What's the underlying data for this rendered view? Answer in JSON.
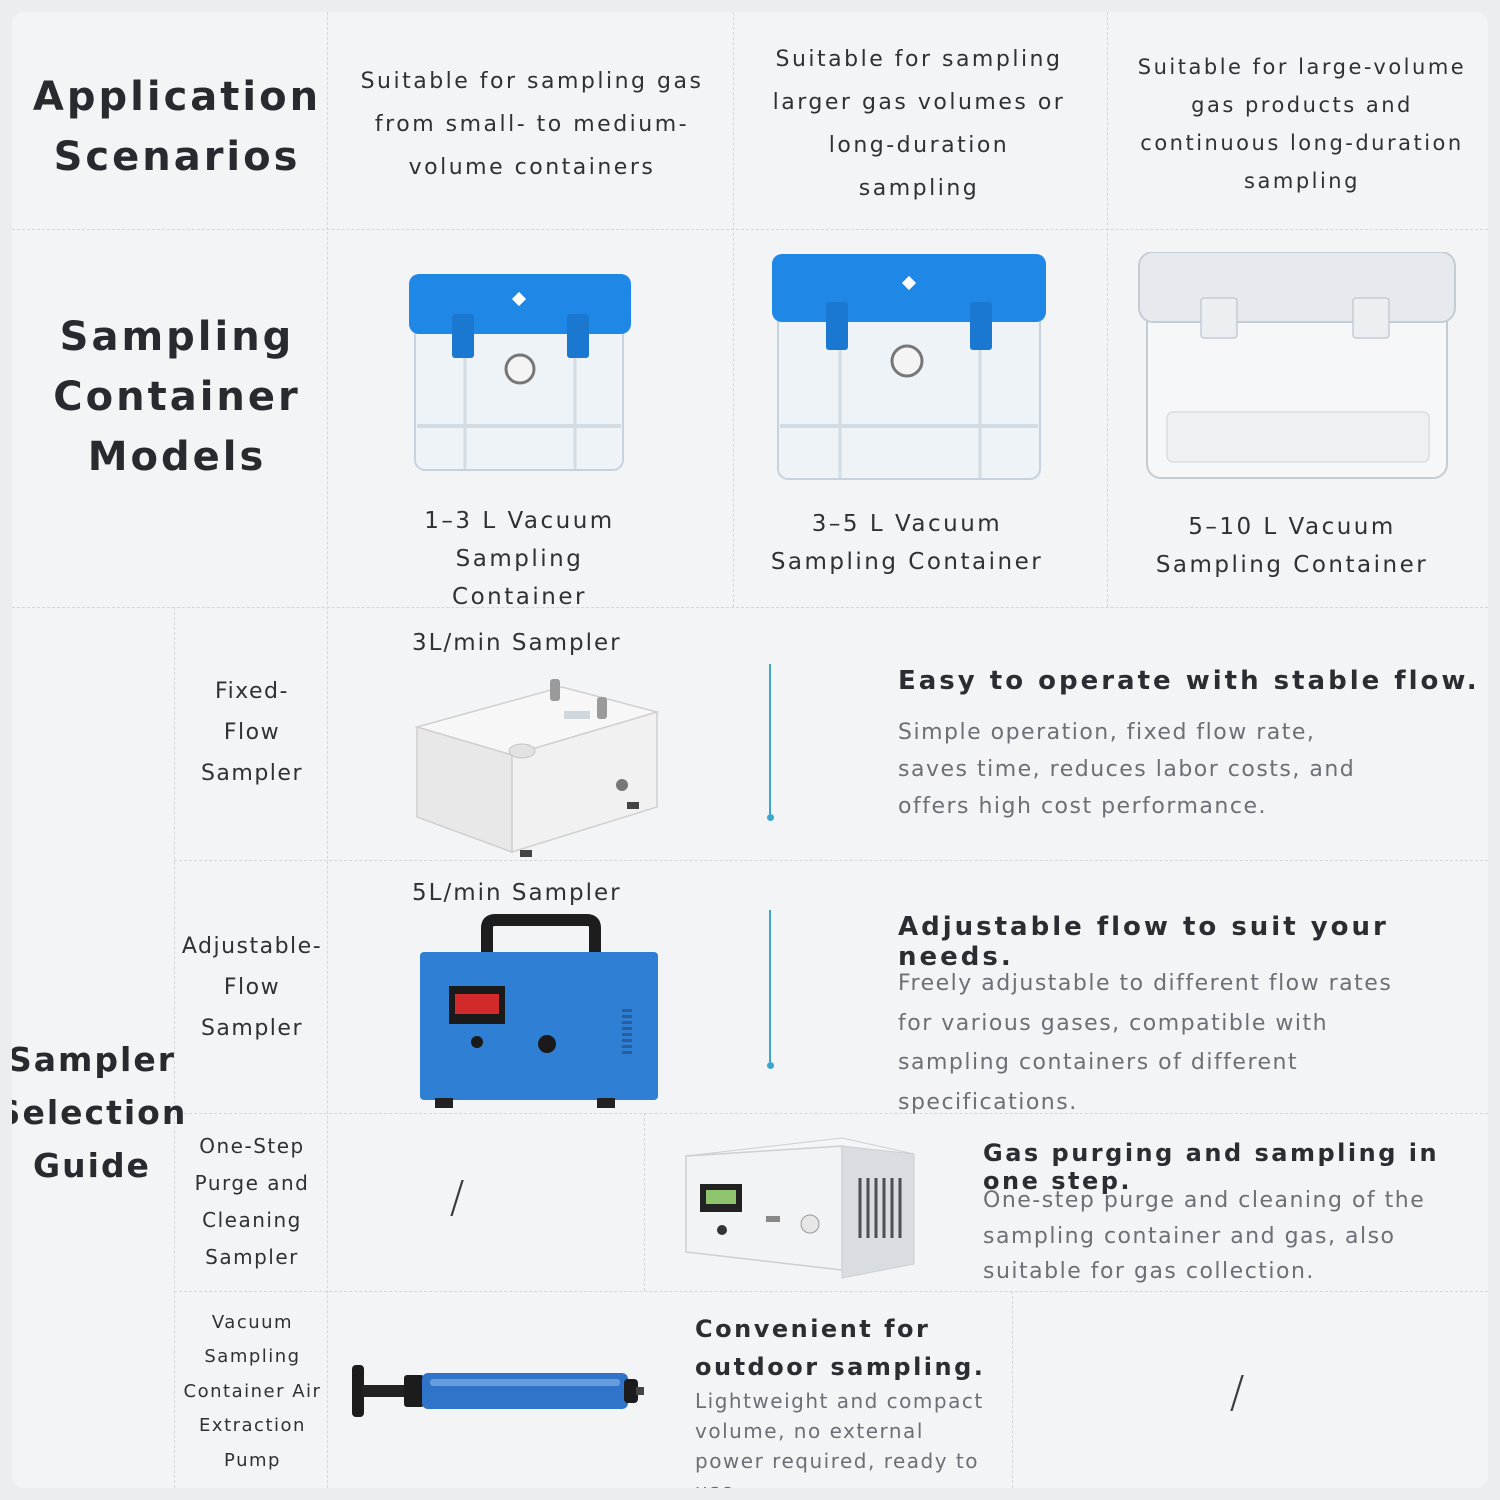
{
  "sections": {
    "scenarios": "Application Scenarios",
    "models": "Sampling Container Models",
    "guide": "Sampler Selection Guide"
  },
  "scenarios": [
    "Suitable for sampling gas from small- to medium-volume containers",
    "Suitable for sampling larger gas volumes or long-duration sampling",
    "Suitable for large-volume gas products and continuous long-duration sampling"
  ],
  "models": [
    {
      "name": "1–3 L Vacuum Sampling Container",
      "lid_color": "#1f87e6"
    },
    {
      "name": "3–5 L Vacuum Sampling Container",
      "lid_color": "#1f87e6"
    },
    {
      "name": "5–10 L Vacuum Sampling Container",
      "lid_color": "#e6eaee"
    }
  ],
  "samplers": [
    {
      "label": "Fixed-Flow Sampler",
      "product": "3L/min Sampler",
      "heading": "Easy to operate with stable flow.",
      "description": "Simple operation, fixed flow rate, saves time, reduces labor costs, and offers high cost performance."
    },
    {
      "label": "Adjustable-Flow Sampler",
      "product": "5L/min Sampler",
      "heading": "Adjustable flow to suit your needs.",
      "description": "Freely adjustable to different flow rates for various gases, compatible with sampling containers of different specifications.",
      "body_color": "#2f7fd4"
    },
    {
      "label": "One-Step Purge and Cleaning Sampler",
      "left_cell": "/",
      "heading": "Gas purging and sampling in one step.",
      "description": "One-step purge and cleaning of the sampling container and gas, also suitable for gas collection."
    },
    {
      "label": "Vacuum Sampling Container Air Extraction Pump",
      "heading": "Convenient for outdoor sampling.",
      "description": "Lightweight and compact volume, no external power required, ready to use.",
      "right_cell": "/",
      "body_color": "#2f74c8"
    }
  ],
  "accent_color": "#3aa7d0"
}
